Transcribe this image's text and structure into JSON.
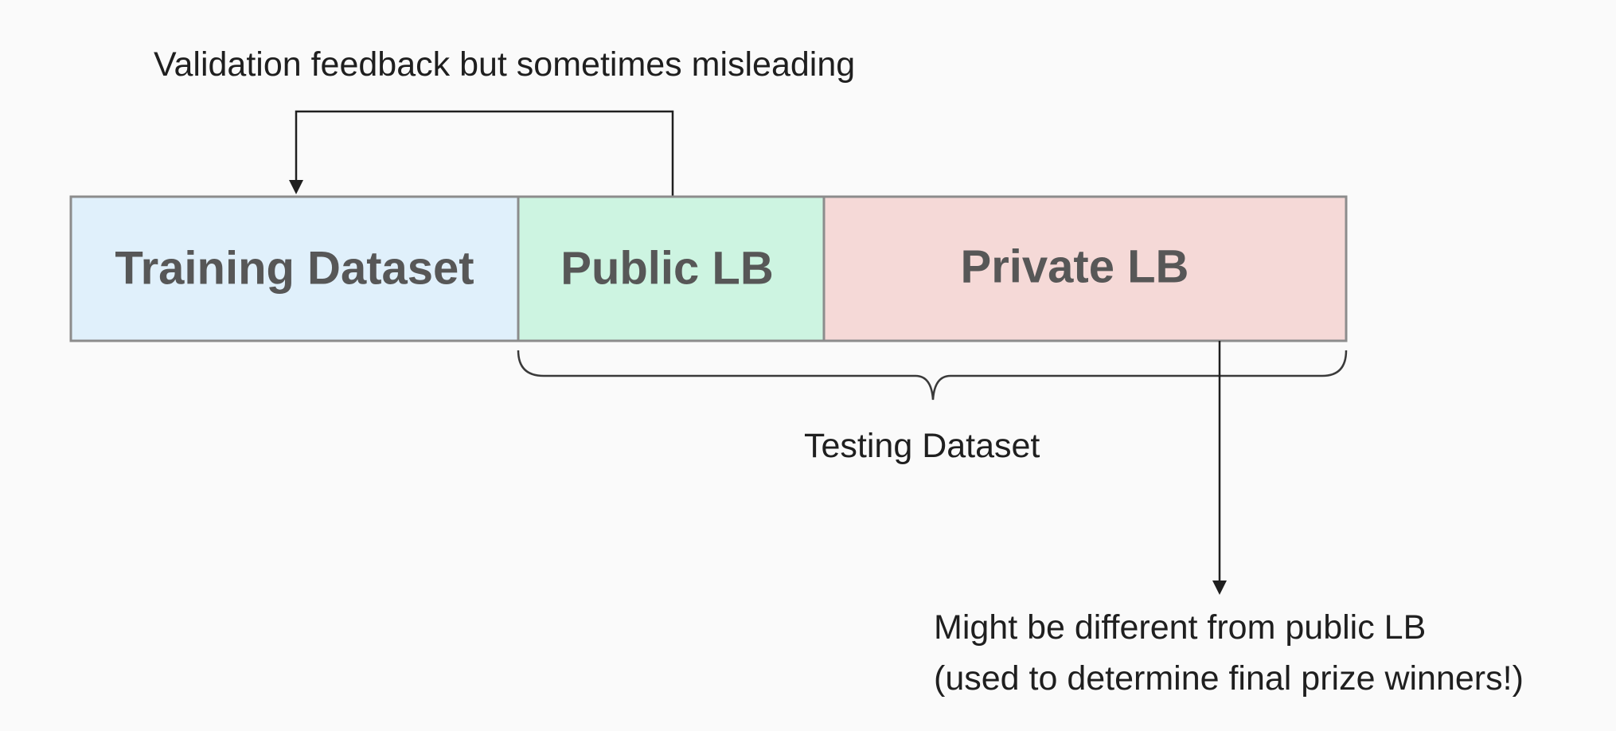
{
  "diagram": {
    "top_note": "Validation feedback but sometimes misleading",
    "segments": [
      {
        "label": "Training Dataset",
        "fill": "#e0f0fb"
      },
      {
        "label": "Public LB",
        "fill": "#cdf4e1"
      },
      {
        "label": "Private LB",
        "fill": "#f5d9d7"
      }
    ],
    "brace_label": "Testing Dataset",
    "bottom_note_line1": "Might be different from public LB",
    "bottom_note_line2": "(used to determine final prize winners!)"
  }
}
